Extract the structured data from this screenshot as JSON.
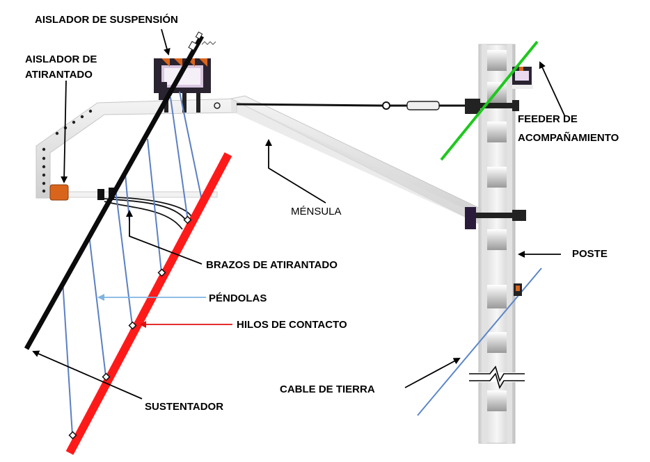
{
  "labels": {
    "aislador_suspension": "AISLADOR DE SUSPENSIÓN",
    "aislador_atirantado_1": "AISLADOR DE",
    "aislador_atirantado_2": "ATIRANTADO",
    "feeder_1": "FEEDER DE",
    "feeder_2": "ACOMPAÑAMIENTO",
    "mensula": "MÉNSULA",
    "poste": "POSTE",
    "brazos": "BRAZOS DE ATIRANTADO",
    "pendolas": "PÉNDOLAS",
    "hilos": "HILOS DE CONTACTO",
    "cable_tierra": "CABLE DE TIERRA",
    "sustentador": "SUSTENTADOR"
  },
  "colors": {
    "contact_wire": "#ff1a1a",
    "messenger": "#000000",
    "dropper": "#5b7fc4",
    "feeder": "#1ec81e",
    "earth_cable": "#5b86c8",
    "insulator": "#d9651c",
    "bracket": "#eeeeee",
    "dropper_arrow": "#7fb4e0",
    "contact_arrow": "#e01010"
  }
}
